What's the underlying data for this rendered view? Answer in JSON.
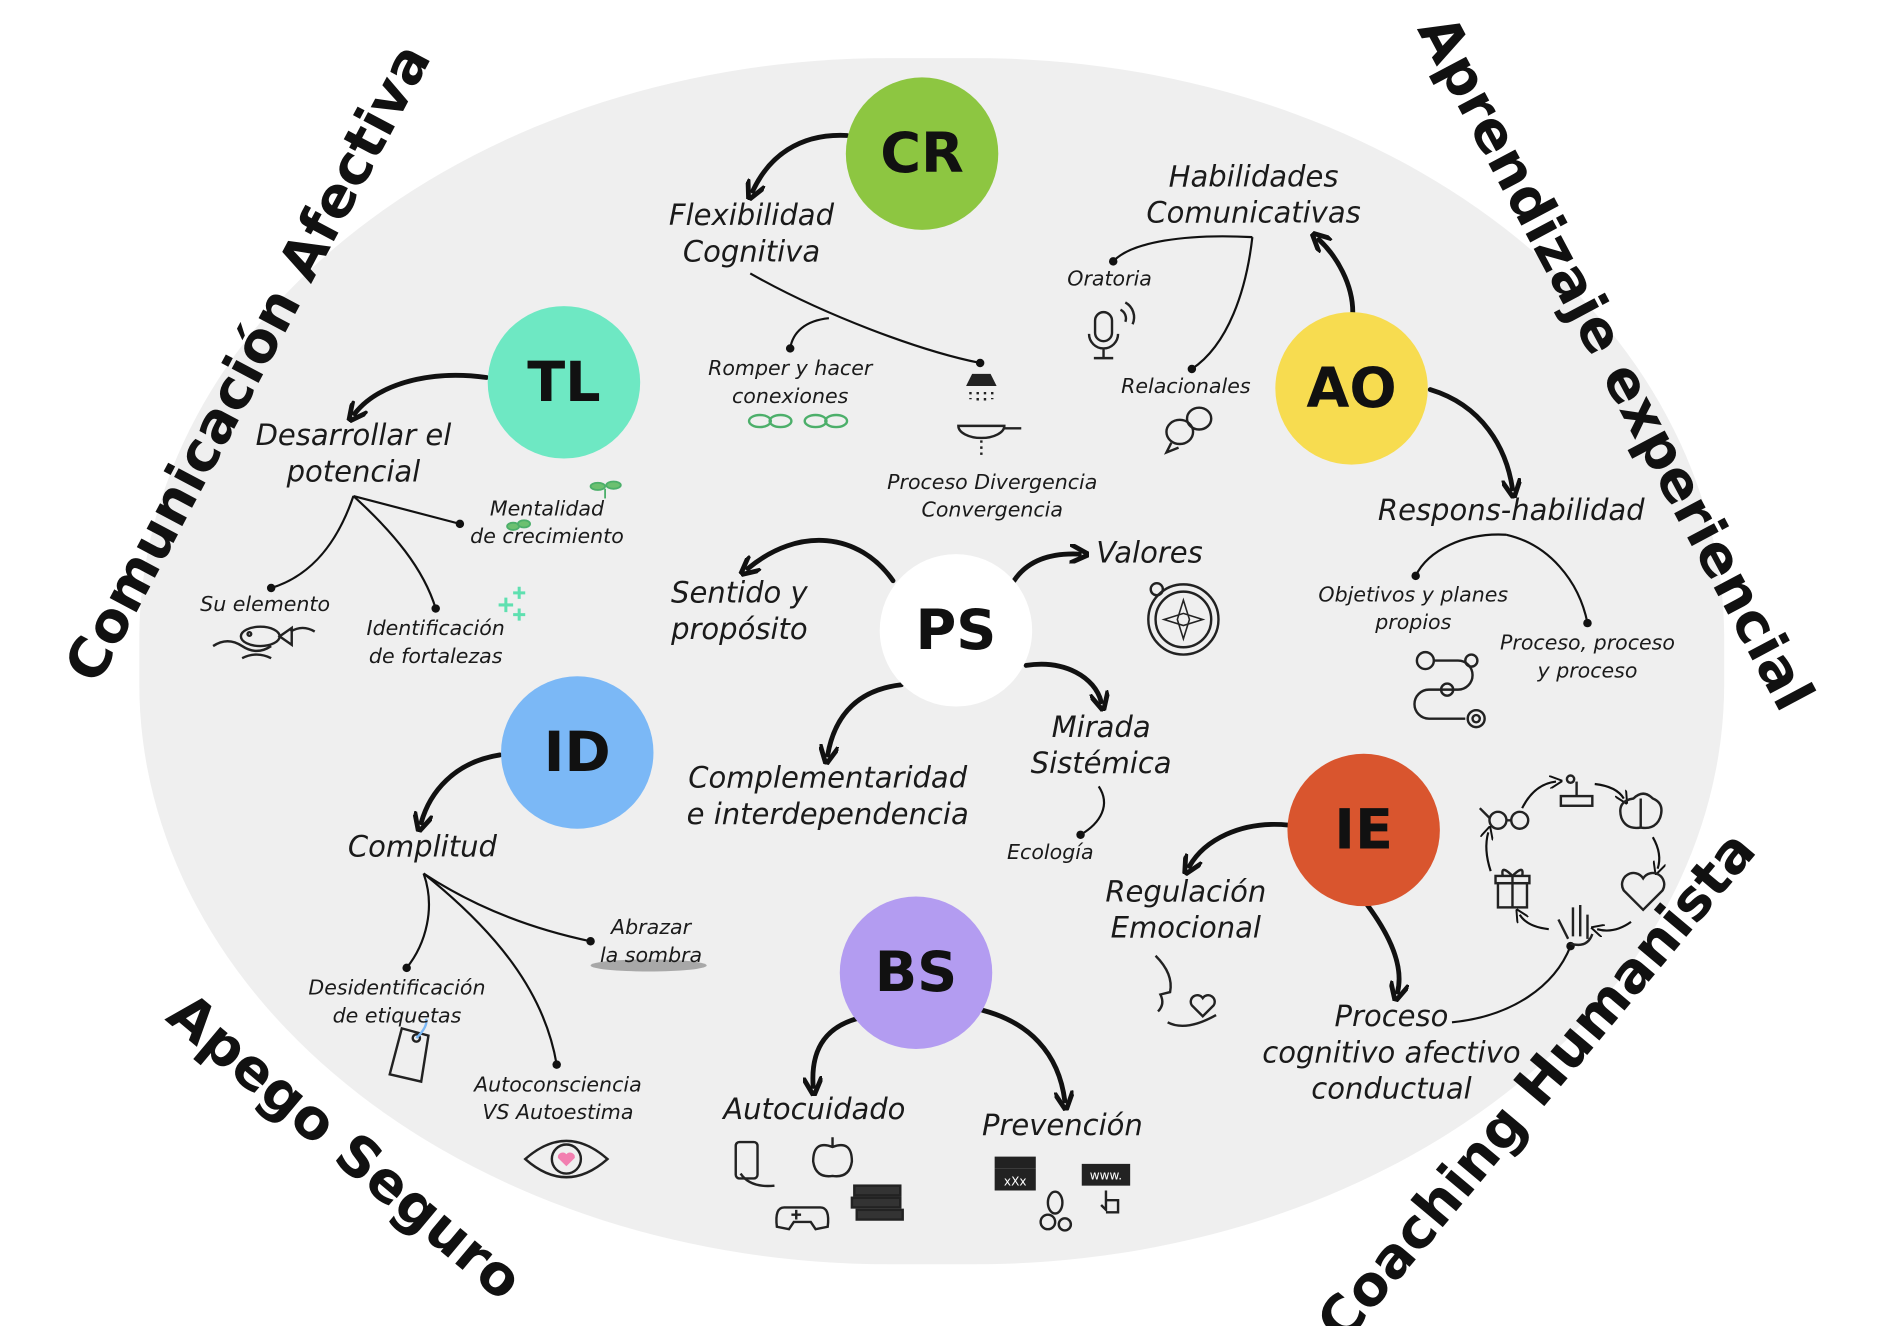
{
  "background_color": "#efefef",
  "corners": [
    {
      "id": "ca",
      "text": "Comunicación Afectiva"
    },
    {
      "id": "ae",
      "text": "Aprendizaje experiencial"
    },
    {
      "id": "as",
      "text": "Apego Seguro"
    },
    {
      "id": "ch",
      "text": "Coaching Humanista"
    }
  ],
  "nodes": [
    {
      "id": "cr",
      "code": "CR",
      "color": "#8dc641"
    },
    {
      "id": "tl",
      "code": "TL",
      "color": "#6ee8c3"
    },
    {
      "id": "ao",
      "code": "AO",
      "color": "#f7dc50"
    },
    {
      "id": "ps",
      "code": "PS",
      "color": "#ffffff"
    },
    {
      "id": "id",
      "code": "ID",
      "color": "#7bb8f6"
    },
    {
      "id": "ie",
      "code": "IE",
      "color": "#d9552e"
    },
    {
      "id": "bs",
      "code": "BS",
      "color": "#b39cf1"
    }
  ],
  "labels": [
    {
      "id": "flex",
      "size": "big",
      "lines": [
        "Flexibilidad",
        "Cognitiva"
      ]
    },
    {
      "id": "romper",
      "size": "small",
      "lines": [
        "Romper y hacer",
        "conexiones"
      ]
    },
    {
      "id": "divergencia",
      "size": "small",
      "lines": [
        "Proceso Divergencia",
        "Convergencia"
      ]
    },
    {
      "id": "habilidades",
      "size": "big",
      "lines": [
        "Habilidades",
        "Comunicativas"
      ]
    },
    {
      "id": "oratoria",
      "size": "small",
      "lines": [
        "Oratoria"
      ]
    },
    {
      "id": "relacionales",
      "size": "small",
      "lines": [
        "Relacionales"
      ]
    },
    {
      "id": "respons",
      "size": "big",
      "lines": [
        "Respons-habilidad"
      ]
    },
    {
      "id": "objetivos",
      "size": "small",
      "lines": [
        "Objetivos y planes",
        "propios"
      ]
    },
    {
      "id": "procesos",
      "size": "small",
      "lines": [
        "Proceso, proceso",
        "y proceso"
      ]
    },
    {
      "id": "valores",
      "size": "big",
      "lines": [
        "Valores"
      ]
    },
    {
      "id": "sentido",
      "size": "big",
      "lines": [
        "Sentido y",
        "propósito"
      ]
    },
    {
      "id": "complement",
      "size": "big",
      "lines": [
        "Complementaridad",
        "e interdependencia"
      ]
    },
    {
      "id": "mirada",
      "size": "big",
      "lines": [
        "Mirada",
        "Sistémica"
      ]
    },
    {
      "id": "ecologia",
      "size": "small",
      "lines": [
        "Ecología"
      ]
    },
    {
      "id": "desarrollar",
      "size": "big",
      "lines": [
        "Desarrollar el",
        "potencial"
      ]
    },
    {
      "id": "mentalidad",
      "size": "small",
      "lines": [
        "Mentalidad",
        "de crecimiento"
      ]
    },
    {
      "id": "suelemento",
      "size": "small",
      "lines": [
        "Su elemento"
      ]
    },
    {
      "id": "fortalezas",
      "size": "small",
      "lines": [
        "Identificación",
        "de fortalezas"
      ]
    },
    {
      "id": "complitud",
      "size": "big",
      "lines": [
        "Complitud"
      ]
    },
    {
      "id": "abrazar",
      "size": "small",
      "lines": [
        "Abrazar",
        "la sombra"
      ]
    },
    {
      "id": "desident",
      "size": "small",
      "lines": [
        "Desidentificación",
        "de etiquetas"
      ]
    },
    {
      "id": "autocon",
      "size": "small",
      "lines": [
        "Autoconsciencia",
        "VS Autoestima"
      ]
    },
    {
      "id": "regulacion",
      "size": "big",
      "lines": [
        "Regulación",
        "Emocional"
      ]
    },
    {
      "id": "cognitivo",
      "size": "big",
      "lines": [
        "Proceso",
        "cognitivo afectivo",
        "conductual"
      ]
    },
    {
      "id": "autocuidado",
      "size": "big",
      "lines": [
        "Autocuidado"
      ]
    },
    {
      "id": "prevencion",
      "size": "big",
      "lines": [
        "Prevención"
      ]
    }
  ],
  "icons": {
    "prevention_badge": "xXx",
    "web_badge": "www."
  }
}
